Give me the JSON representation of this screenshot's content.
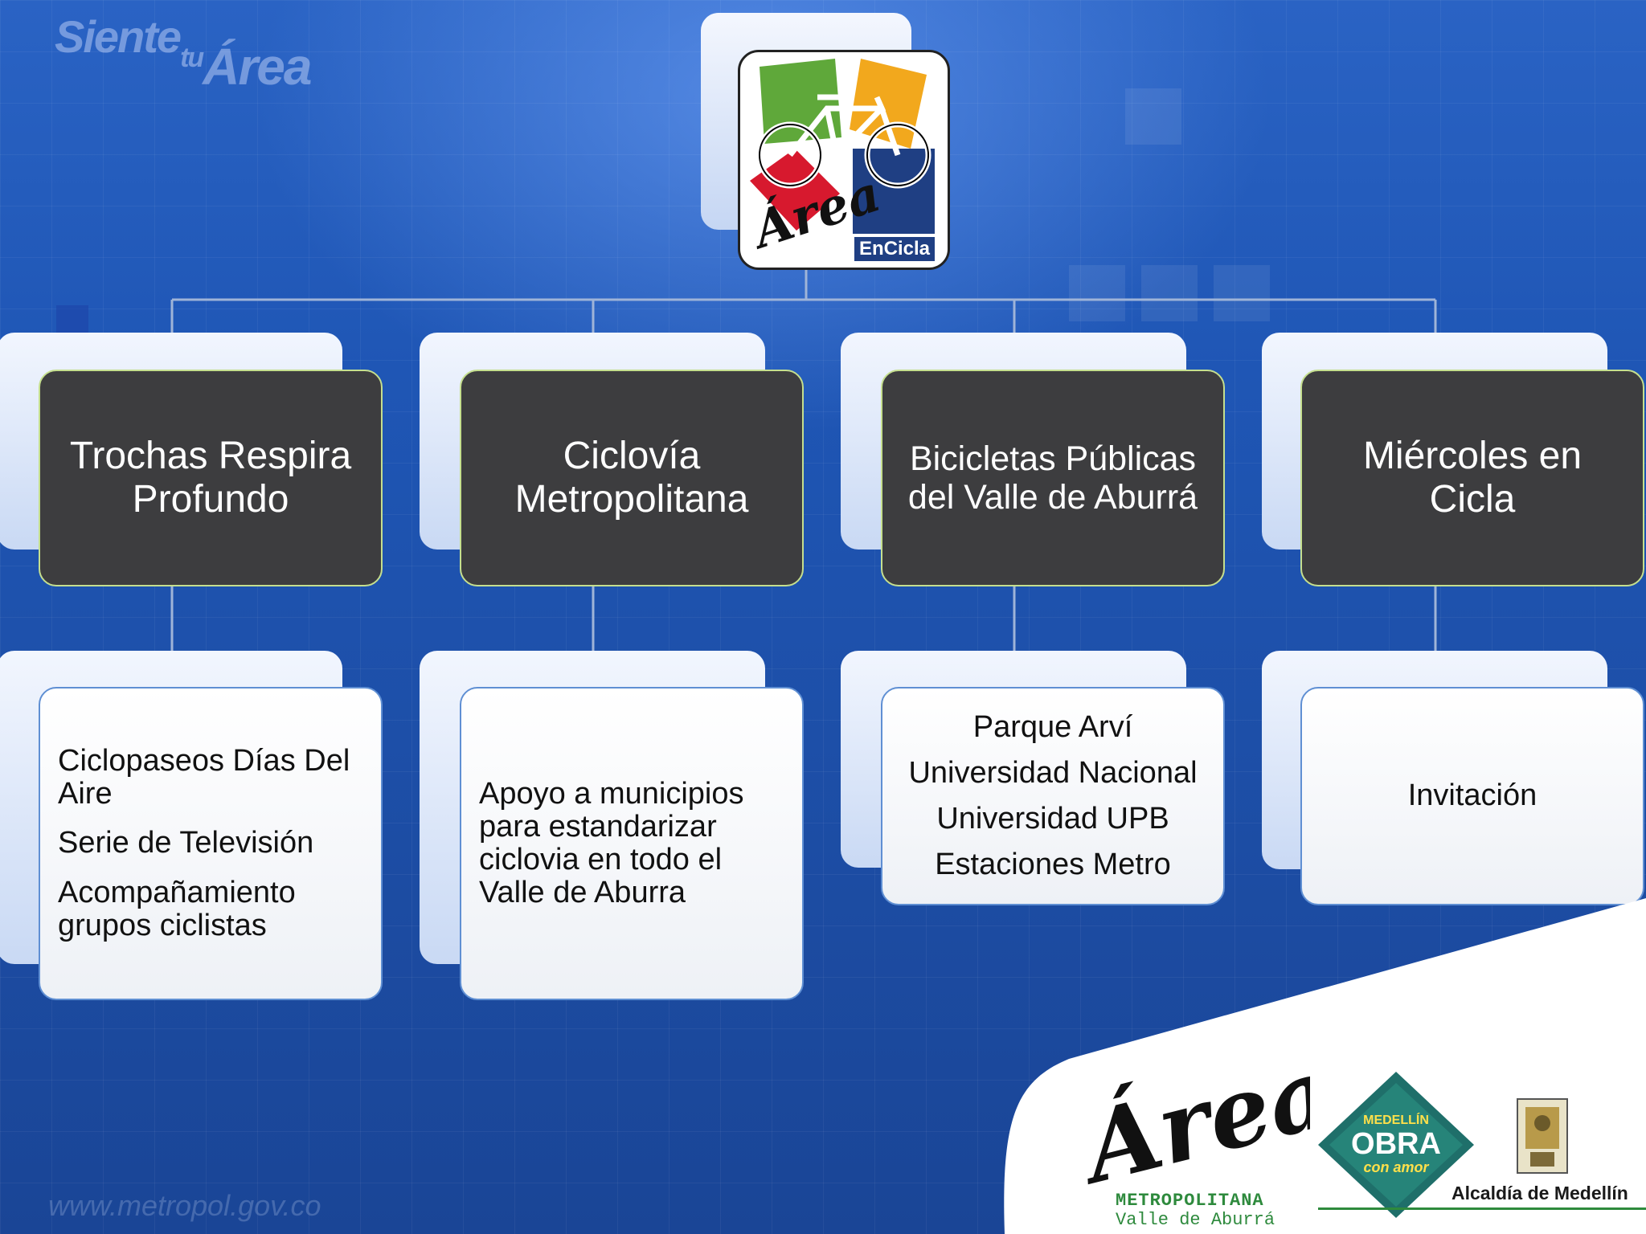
{
  "watermark": {
    "siente": "Siente",
    "tu": "tu",
    "area": "Área",
    "url": "www.metropol.gov.co"
  },
  "root_logo": {
    "brand_word": "Área",
    "label": "EnCicla"
  },
  "branches": [
    {
      "title": "Trochas Respira Profundo",
      "items": [
        "Ciclopaseos Días Del Aire",
        "Serie de Televisión",
        "Acompañamiento grupos ciclistas"
      ]
    },
    {
      "title": "Ciclovía Metropolitana",
      "items": [
        "Apoyo a municipios para estandarizar ciclovia en todo el Valle de Aburra"
      ]
    },
    {
      "title": "Bicicletas Públicas del Valle de Aburrá",
      "items": [
        "Parque Arví",
        "Universidad Nacional",
        "Universidad UPB",
        "Estaciones Metro"
      ]
    },
    {
      "title": "Miércoles en Cicla",
      "items": [
        "Invitación"
      ]
    }
  ],
  "footer_logos": {
    "area_script": "Área",
    "metropolitana": "METROPOLITANA",
    "valle": "Valle de Aburrá",
    "obra_top": "MEDELLÍN",
    "obra_mid": "OBRA",
    "obra_bot": "con amor",
    "alcaldia": "Alcaldía de Medellín"
  },
  "colors": {
    "background": "#1f56b5",
    "dark_card": "#3d3d3f",
    "dark_card_border": "#c5df8e",
    "white_card_border": "#5f8fd3",
    "logo_green": "#5fa83a",
    "logo_orange": "#f2a81d",
    "logo_red": "#d7192e",
    "logo_blue": "#1f3f83"
  }
}
